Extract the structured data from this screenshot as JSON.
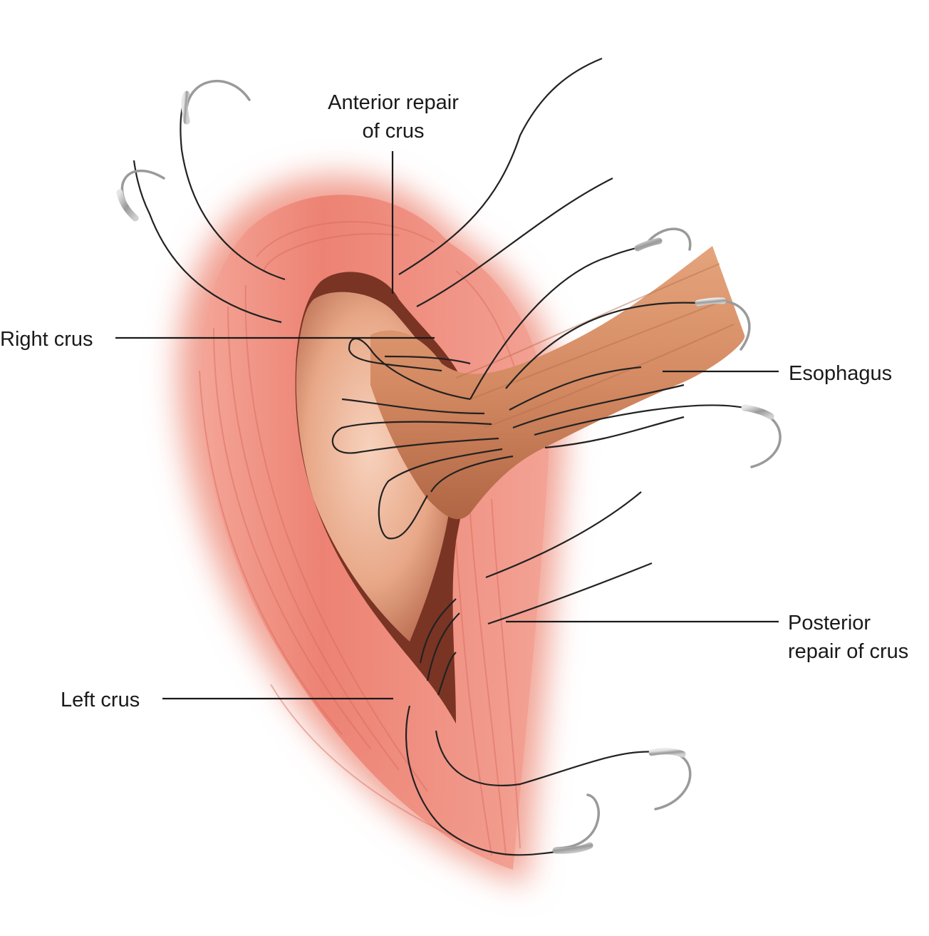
{
  "labels": {
    "anterior_line1": "Anterior repair",
    "anterior_line2": "of crus",
    "right_crus": "Right crus",
    "esophagus": "Esophagus",
    "posterior_line1": "Posterior",
    "posterior_line2": "repair of crus",
    "left_crus": "Left crus"
  },
  "colors": {
    "muscle": "#e9796a",
    "muscle_light": "#f6b3a6",
    "muscle_fiber": "#c9564a",
    "esophagus": "#d9926a",
    "esophagus_dark": "#b86a45",
    "hiatus_inner": "#f2c3a8",
    "hiatus_shadow": "#8a4030",
    "suture": "#222222",
    "needle": "#b5b5b5",
    "leader_line": "#1a1a1a"
  }
}
